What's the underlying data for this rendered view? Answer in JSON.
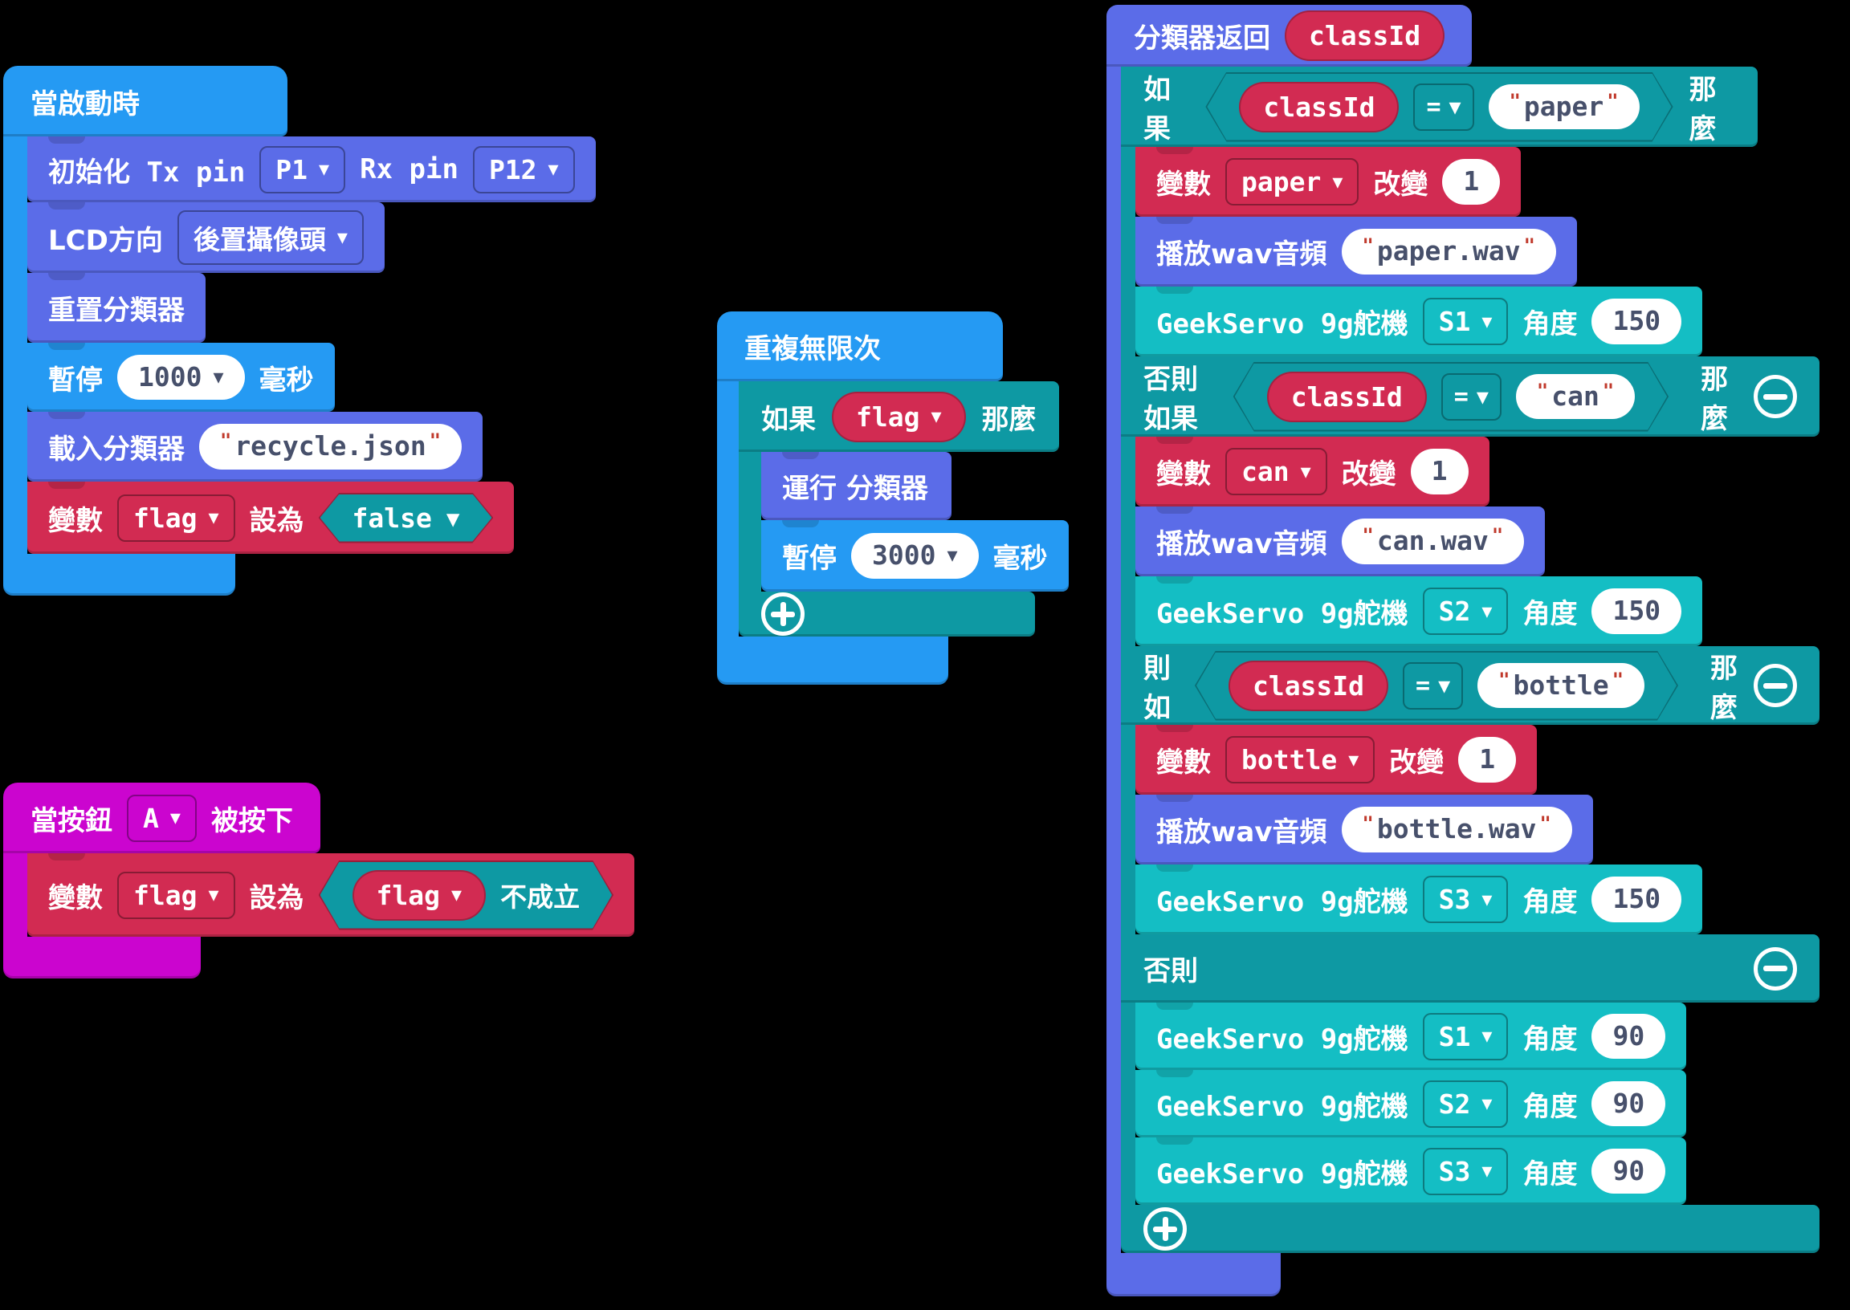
{
  "labels": {
    "if": "如果",
    "elseif": "否則如果",
    "then": "那麼",
    "else": "否則",
    "var": "變數",
    "set": "設為",
    "change": "改變",
    "not": "不成立",
    "pause": "暫停",
    "ms": "毫秒",
    "eq": "=",
    "wav": "播放wav音頻",
    "servo": "GeekServo 9g舵機",
    "angle": "角度",
    "run": "運行 分類器"
  },
  "on_start": {
    "title": "當啟動時",
    "init_label": "初始化 Tx pin",
    "tx": "P1",
    "rx_label": "Rx pin",
    "rx": "P12",
    "lcd_label": "LCD方向",
    "lcd_value": "後置攝像頭",
    "reset_label": "重置分類器",
    "pause_value": "1000",
    "load_label": "載入分類器",
    "load_value": "recycle.json",
    "var": "flag",
    "value": "false"
  },
  "forever": {
    "title": "重複無限次",
    "cond": "flag",
    "pause_value": "3000"
  },
  "on_button": {
    "when": "當按鈕",
    "button": "A",
    "pressed": "被按下",
    "var": "flag",
    "cond": "flag"
  },
  "classifier": {
    "title": "分類器返回",
    "param": "classId",
    "branches": [
      {
        "var": "classId",
        "value": "paper",
        "change_var": "paper",
        "change_value": "1",
        "wav": "paper.wav",
        "port": "S1",
        "angle": "150"
      },
      {
        "var": "classId",
        "value": "can",
        "change_var": "can",
        "change_value": "1",
        "wav": "can.wav",
        "port": "S2",
        "angle": "150"
      },
      {
        "var": "classId",
        "value": "bottle",
        "change_var": "bottle",
        "change_value": "1",
        "wav": "bottle.wav",
        "port": "S3",
        "angle": "150"
      }
    ],
    "else_servos": [
      {
        "port": "S1",
        "angle": "90"
      },
      {
        "port": "S2",
        "angle": "90"
      },
      {
        "port": "S3",
        "angle": "90"
      }
    ]
  },
  "colors": {
    "blue": "#259af3",
    "indigo": "#5b6ce8",
    "teal_dark": "#0e99a3",
    "teal_bright": "#14bec4",
    "crimson": "#d22b52",
    "magenta": "#cb05cf"
  }
}
